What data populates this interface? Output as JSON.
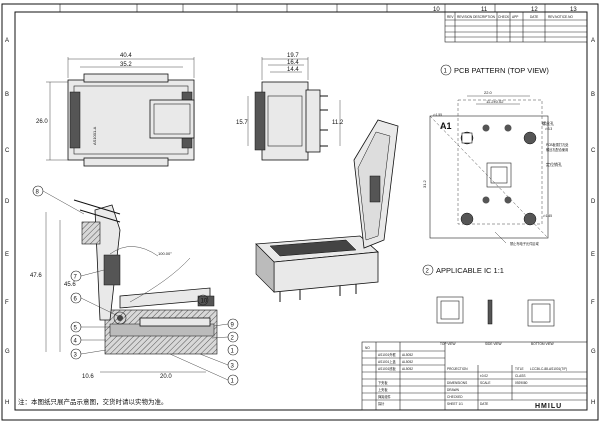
{
  "sheet": {
    "cols": [
      "10",
      "11",
      "12",
      "13"
    ],
    "rows": [
      "A",
      "B",
      "C",
      "D",
      "E",
      "F",
      "G",
      "H"
    ]
  },
  "revision": {
    "headers": [
      "REV",
      "REVISION DESCRIPTION",
      "CHECK",
      "APP",
      "DATE",
      "REV.NOTICE.NO"
    ]
  },
  "views": {
    "front": {
      "part_label": "AS1001-A",
      "width_overall": "40.4",
      "width_inner": "35.2",
      "height": "26.0"
    },
    "side": {
      "dim1": "19.7",
      "dim2": "16.4",
      "dim3": "14.4",
      "dim4": "15.7",
      "dim5": "11.2"
    }
  },
  "pcb": {
    "number": "1",
    "title": "PCB PATTERN (TOP VIEW)",
    "dim_top": "22.0",
    "dim_inner": "11.2±0.02",
    "dim_left": "31.2",
    "a1": "A1",
    "hole1": "∅1.55",
    "hole2": "∅3.3",
    "hole3": "∅1.45",
    "note_screw": "螺丝孔",
    "note_pcb1": "PCB板需打孔处",
    "note_pcb2": "螺丝孔配合使用",
    "note_locate": "定位销孔",
    "note_forbid": "禁止布电子元件区域"
  },
  "ic": {
    "number": "2",
    "title": "APPLICABLE IC 1:1",
    "top_view": "TOP VIEW",
    "side_view": "SIDE VIEW",
    "bottom_view": "BOTTOM VIEW"
  },
  "section": {
    "angle": "100.00°",
    "callouts": [
      "1",
      "2",
      "3",
      "4",
      "5",
      "6",
      "7",
      "8",
      "9",
      "10"
    ],
    "dim_h1": "47.6",
    "dim_h2": "45.6",
    "dim_w1": "10.6",
    "dim_w2": "20.0"
  },
  "title_block": {
    "rev_header": "NO",
    "rows": [
      "AS1001外框",
      "AS1001上盖",
      "AS1001底板",
      "下夹板",
      "上夹板",
      "弹簧组件",
      "探针"
    ],
    "material": [
      "AL5052",
      "AL5052",
      "AL5052"
    ],
    "projection": "PROJECTION",
    "title_label": "TITLE",
    "title_value": "LCC36-C-88-AS1001(T/F)",
    "tolerance": "±0.02",
    "class_label": "CLASS",
    "dimensions": "DIMENSIONS",
    "scale": "SCALE",
    "doc_no": "0929080",
    "drawn": "DRAWN",
    "checked": "CHECKED",
    "sheet": "SHEET 1/1",
    "date": "DATE",
    "logo": "HMILU"
  },
  "footer": {
    "note": "注：本图纸只展产品示意图，交货时请以实物为准。"
  }
}
